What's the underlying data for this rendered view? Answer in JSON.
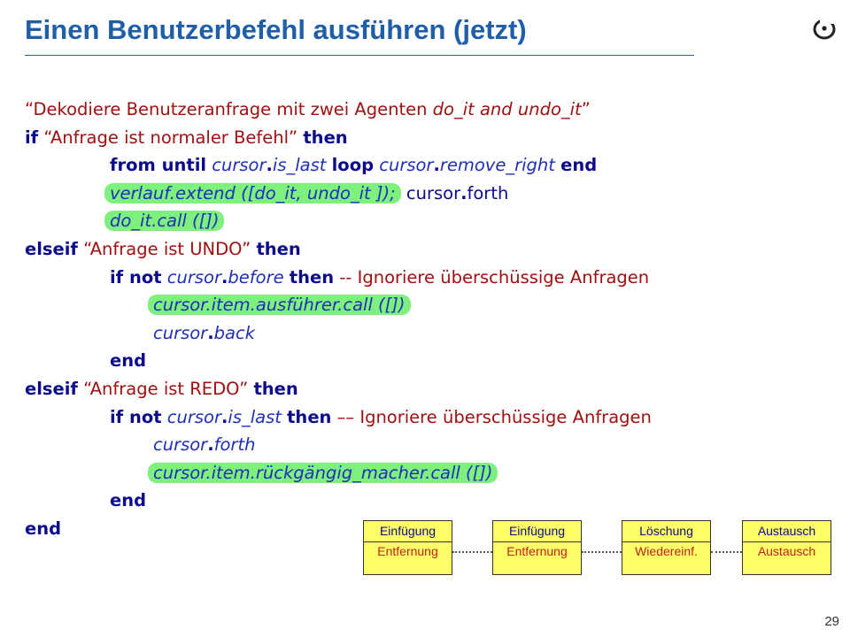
{
  "title": {
    "main": "Einen Benutzerbefehl ausführen",
    "paren": "(jetzt)"
  },
  "page_number": "29",
  "code": {
    "line1": {
      "text_a": "“Dekodiere Benutzeranfrage mit zwei Agenten ",
      "it_a": "do_it and undo_it",
      "text_b": "”"
    },
    "line2": {
      "kw_if": "if",
      "text": "“Anfrage ist normaler Befehl”",
      "kw_then": "then"
    },
    "line3": {
      "kw_from": "from until",
      "it_a": "cursor",
      "it_b": "is_last",
      "kw_loop": "loop",
      "it_c": "cursor",
      "it_d": "remove_right",
      "kw_end": "end"
    },
    "line4": {
      "hl": "verlauf.extend ([do_it, undo_it ]);",
      "text": " cursor",
      "text_b": "forth"
    },
    "line5": {
      "hl": "do_it.call ([])"
    },
    "line6": {
      "kw": "elseif",
      "text": "“Anfrage ist UNDO”",
      "kw_then": "then"
    },
    "line7": {
      "kw_if": "if not",
      "it_a": "cursor",
      "it_b": "before",
      "kw_then": "then",
      "comment": "-- Ignoriere überschüssige Anfragen"
    },
    "line8": {
      "hl": "cursor.item.ausführer.call ([])"
    },
    "line9": {
      "it_a": "cursor",
      "it_b": "back"
    },
    "line10": {
      "kw": "end"
    },
    "line11": {
      "kw": "elseif",
      "text": "“Anfrage ist REDO”",
      "kw_then": "then"
    },
    "line12": {
      "kw_if": "if not",
      "it_a": "cursor",
      "it_b": "is_last",
      "kw_then": "then",
      "comment": "–– Ignoriere überschüssige Anfragen"
    },
    "line13": {
      "it_a": "cursor",
      "it_b": "forth"
    },
    "line14": {
      "hl": "cursor.item.rückgängig_macher.call ([])"
    },
    "line15": {
      "kw": "end"
    },
    "line16": {
      "kw": "end"
    }
  },
  "history": [
    {
      "top": "Einfügung",
      "bottom": "Entfernung"
    },
    {
      "top": "Einfügung",
      "bottom": "Entfernung"
    },
    {
      "top": "Löschung",
      "bottom": "Wiedereinf."
    },
    {
      "top": "Austausch",
      "bottom": "Austausch"
    }
  ],
  "colors": {
    "title": "#1f5fa8",
    "keyword": "#0b0b8c",
    "string": "#a01010",
    "highlight": "#7ef07e",
    "box": "#ffff66"
  }
}
